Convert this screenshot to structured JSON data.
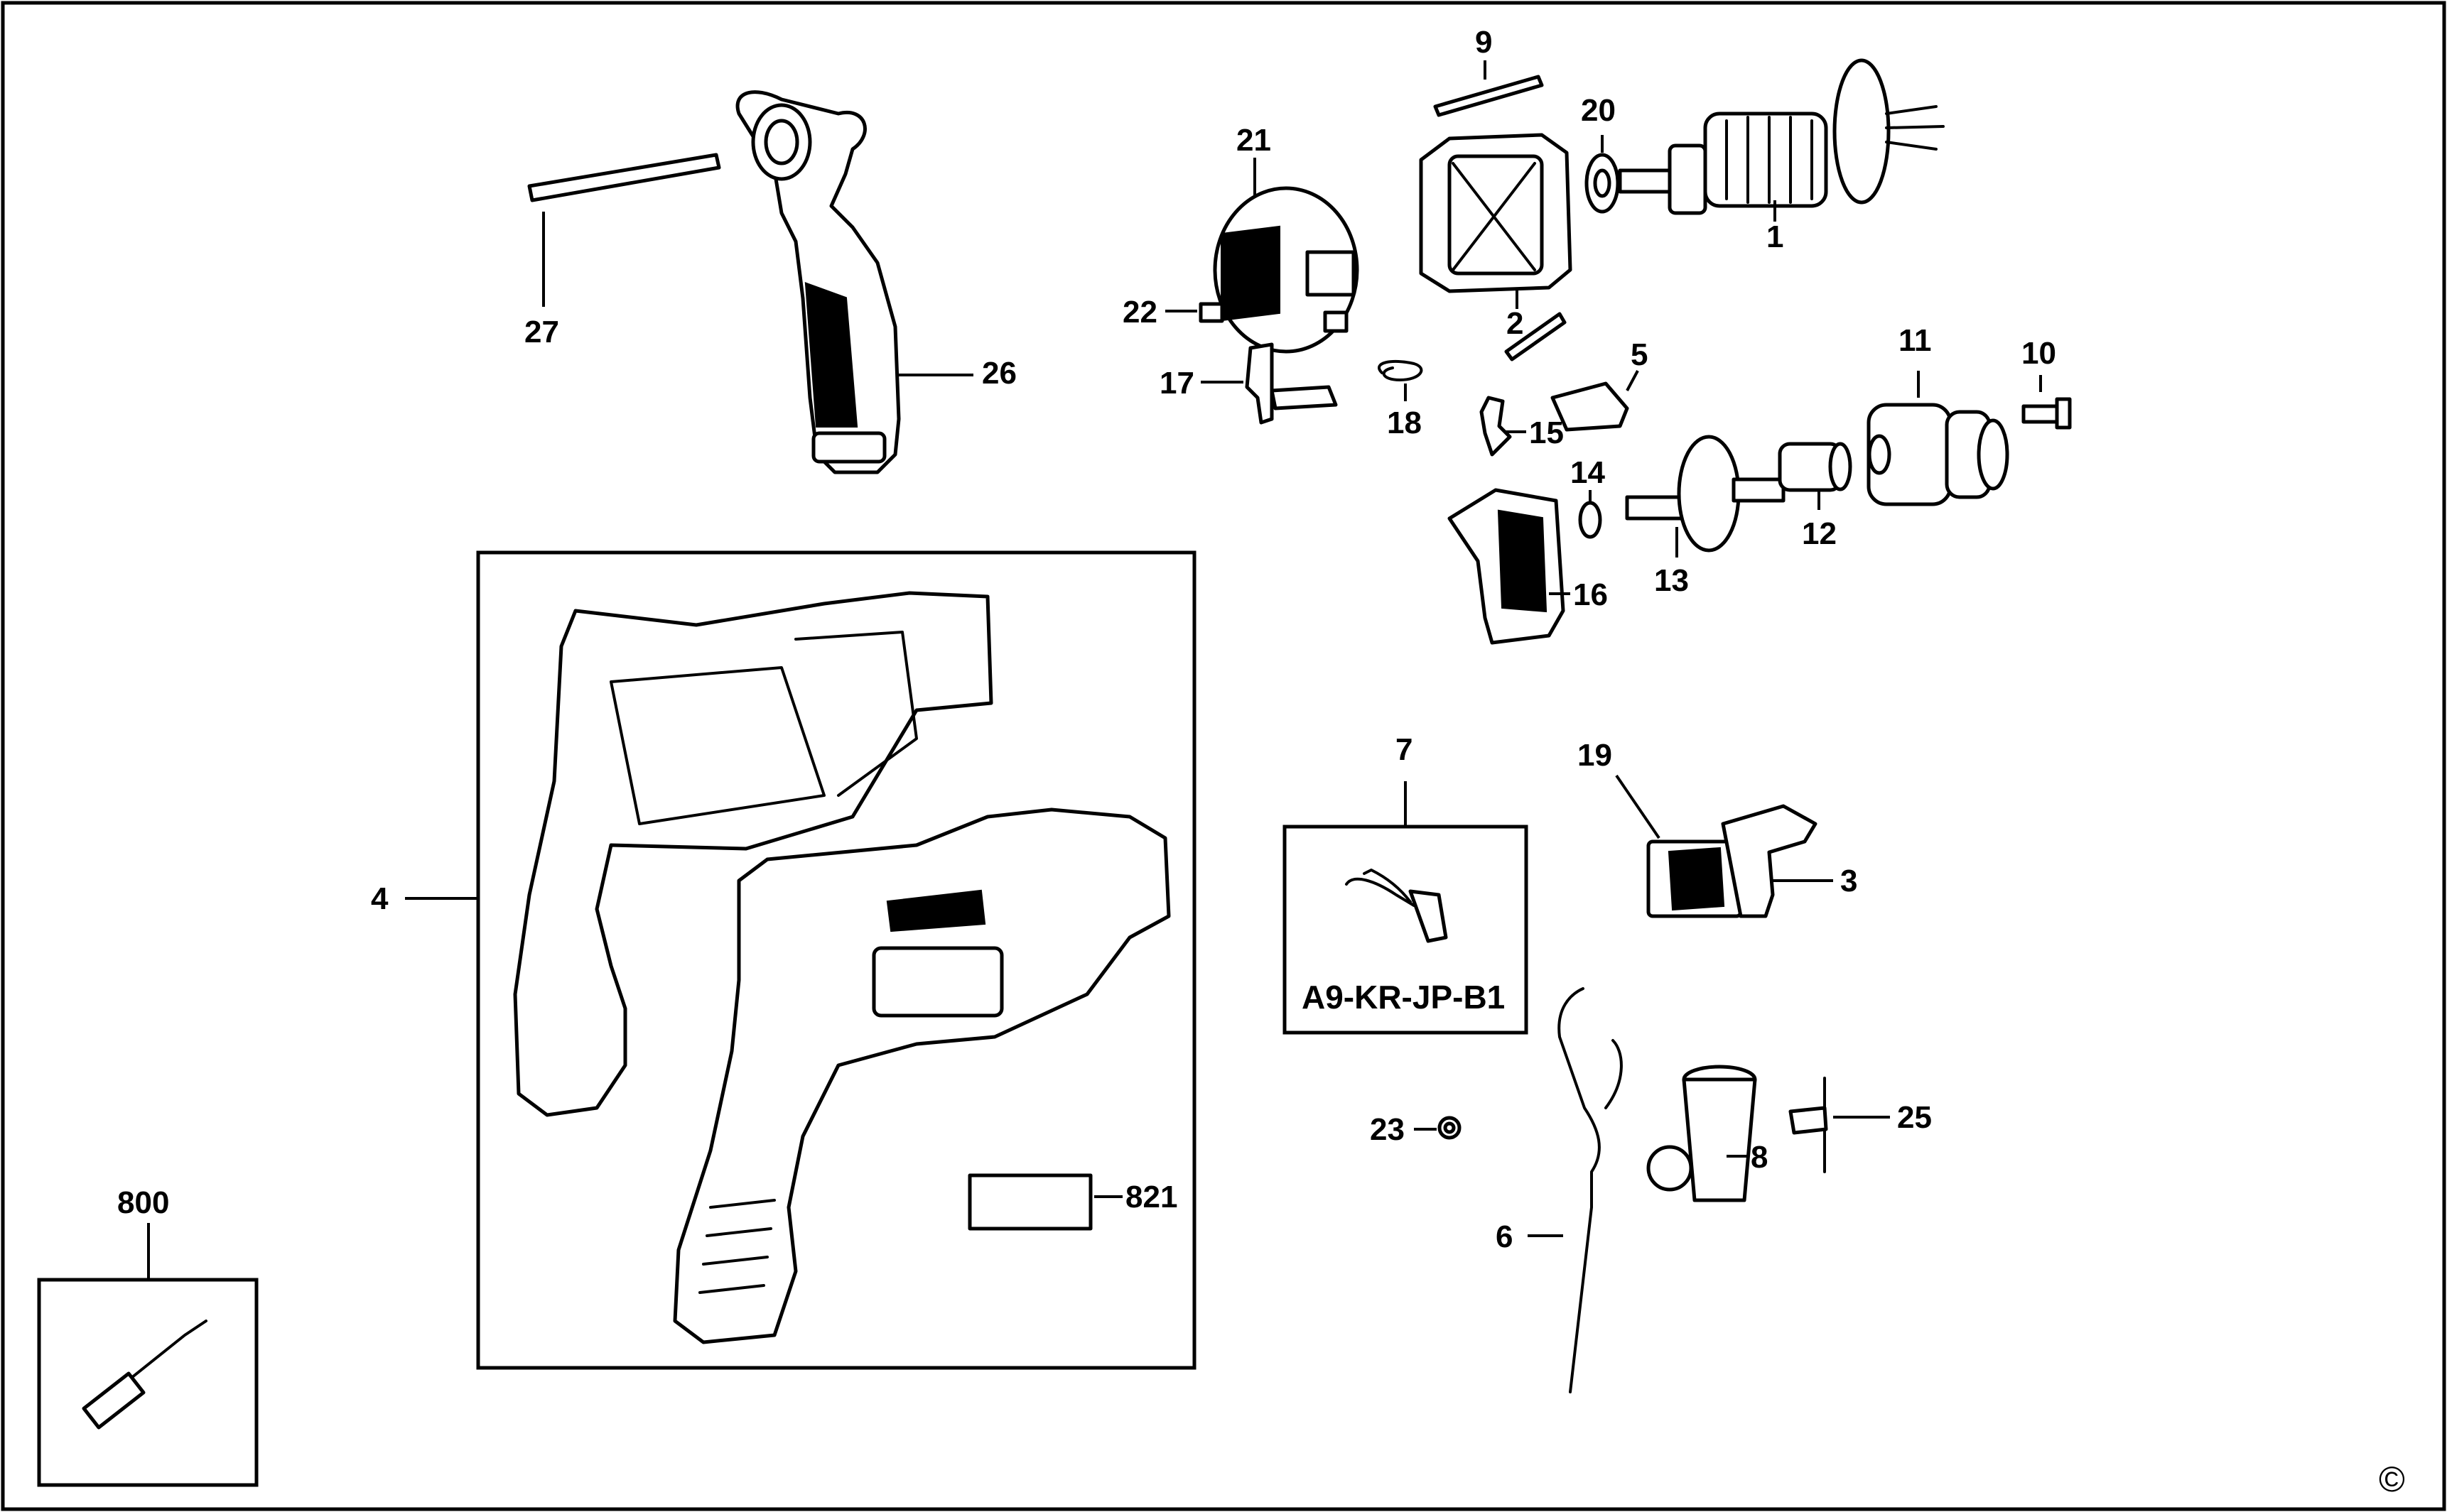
{
  "labels": {
    "p1": "1",
    "p2": "2",
    "p3": "3",
    "p4": "4",
    "p5": "5",
    "p6": "6",
    "p7": "7",
    "p8": "8",
    "p9": "9",
    "p10": "10",
    "p11": "11",
    "p12": "12",
    "p13": "13",
    "p14": "14",
    "p15": "15",
    "p16": "16",
    "p17": "17",
    "p18": "18",
    "p19": "19",
    "p20": "20",
    "p21": "21",
    "p22": "22",
    "p23": "23",
    "p25": "25",
    "p26": "26",
    "p27": "27",
    "p800": "800",
    "p821": "821"
  },
  "kit_label": "A9-KR-JP-B1",
  "copyright": "©"
}
